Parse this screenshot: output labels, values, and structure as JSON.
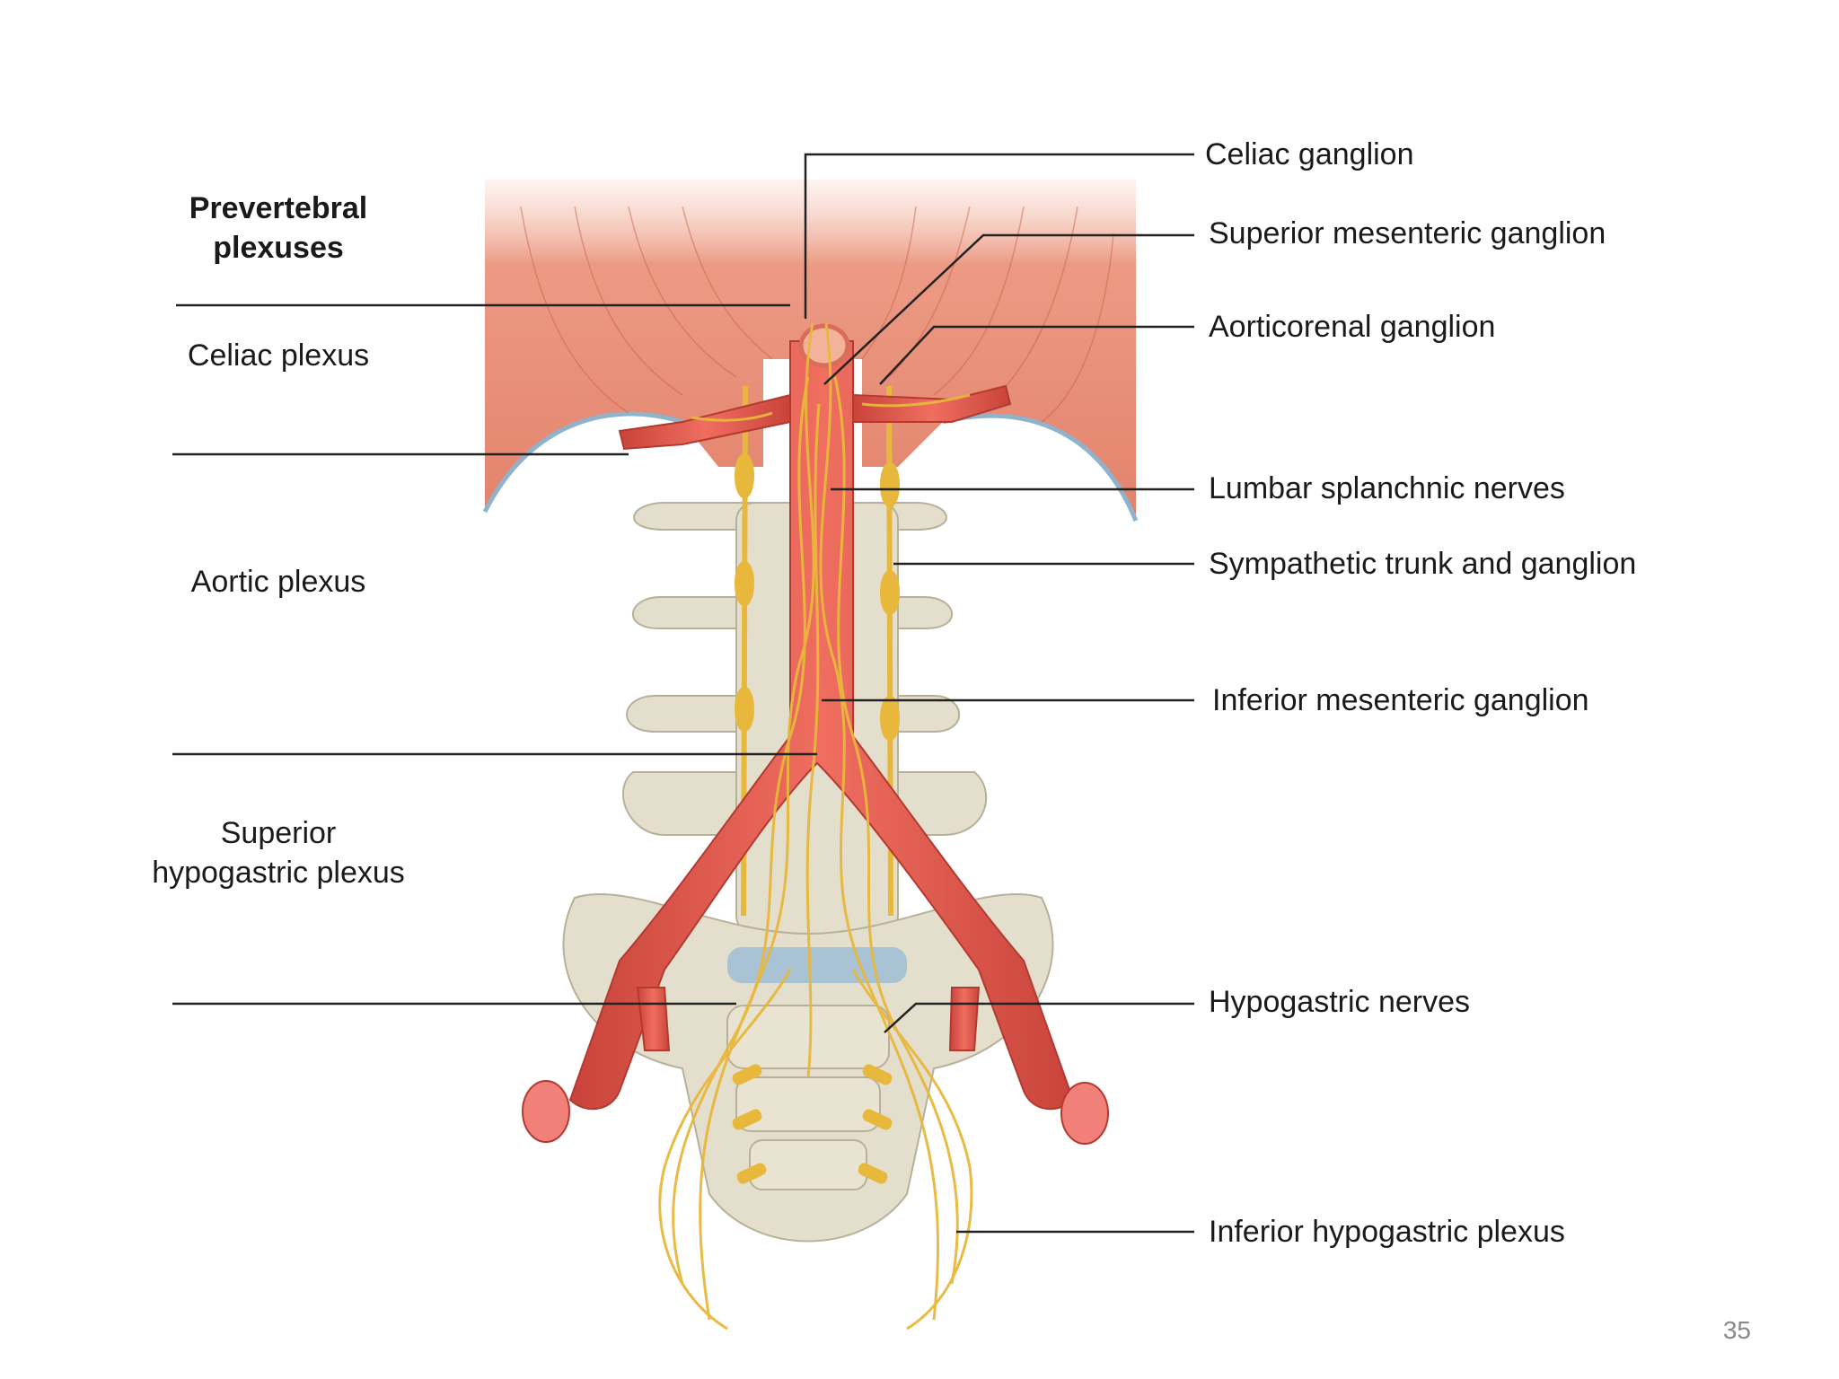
{
  "left_labels": {
    "prevertebral": "Prevertebral plexuses",
    "celiac_plexus": "Celiac plexus",
    "aortic_plexus": "Aortic plexus",
    "superior_hypogastric_plexus": "Superior hypogastric plexus"
  },
  "right_labels": {
    "celiac_ganglion": "Celiac ganglion",
    "superior_mesenteric_ganglion": "Superior mesenteric ganglion",
    "aorticorenal_ganglion": "Aorticorenal ganglion",
    "lumbar_splanchnic_nerves": "Lumbar splanchnic nerves",
    "sympathetic_trunk": "Sympathetic trunk and ganglion",
    "inferior_mesenteric_ganglion": "Inferior mesenteric ganglion",
    "hypogastric_nerves": "Hypogastric nerves",
    "inferior_hypogastric_plexus": "Inferior hypogastric plexus"
  },
  "slide_number": "35",
  "colors": {
    "muscle": "#e88a74",
    "artery": "#e0564a",
    "bone": "#e4dfcc",
    "nerve": "#e8b83c",
    "disc": "#a9c3d4",
    "leader": "#222222"
  }
}
